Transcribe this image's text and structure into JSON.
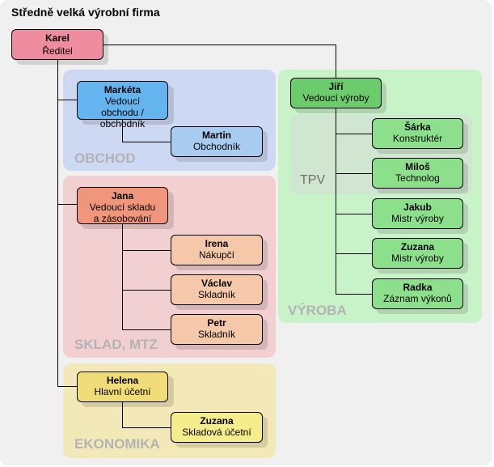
{
  "title": "Středně velká výrobní firma",
  "colors": {
    "background": "#f0f0f0",
    "panel_obchod": "#cdd8f2",
    "panel_sklad": "#f2cfd0",
    "panel_ekonomika": "#f2e8b8",
    "panel_vyroba": "#c8f2c8",
    "panel_tpv": "#d0e6d0",
    "node_director": "#f08ca0",
    "node_sales_head": "#64b4f0",
    "node_sales": "#a8ccf0",
    "node_warehouse_head": "#f0967c",
    "node_warehouse": "#f5c8aa",
    "node_accounting_head": "#f0dc78",
    "node_accounting": "#f5ec8c",
    "node_production_head": "#6ccc6c",
    "node_production": "#8ce08c"
  },
  "panels": {
    "obchod": "OBCHOD",
    "sklad": "SKLAD, MTZ",
    "ekonomika": "EKONOMIKA",
    "vyroba": "VÝROBA",
    "tpv": "TPV"
  },
  "nodes": {
    "karel": {
      "name": "Karel",
      "role": "Ředitel"
    },
    "marketa": {
      "name": "Markéta",
      "role": "Vedoucí obchodu / obchodník"
    },
    "martin": {
      "name": "Martin",
      "role": "Obchodník"
    },
    "jana": {
      "name": "Jana",
      "role": "Vedoucí skladu a zásobování"
    },
    "irena": {
      "name": "Irena",
      "role": "Nákupčí"
    },
    "vaclav": {
      "name": "Václav",
      "role": "Skladník"
    },
    "petr": {
      "name": "Petr",
      "role": "Skladník"
    },
    "helena": {
      "name": "Helena",
      "role": "Hlavní účetní"
    },
    "zuzana_ek": {
      "name": "Zuzana",
      "role": "Skladová účetní"
    },
    "jiri": {
      "name": "Jiří",
      "role": "Vedoucí výroby"
    },
    "sarka": {
      "name": "Šárka",
      "role": "Konstruktér"
    },
    "milos": {
      "name": "Miloš",
      "role": "Technolog"
    },
    "jakub": {
      "name": "Jakub",
      "role": "Mistr výroby"
    },
    "zuzana_vy": {
      "name": "Zuzana",
      "role": "Mistr výroby"
    },
    "radka": {
      "name": "Radka",
      "role": "Záznam výkonů"
    }
  }
}
